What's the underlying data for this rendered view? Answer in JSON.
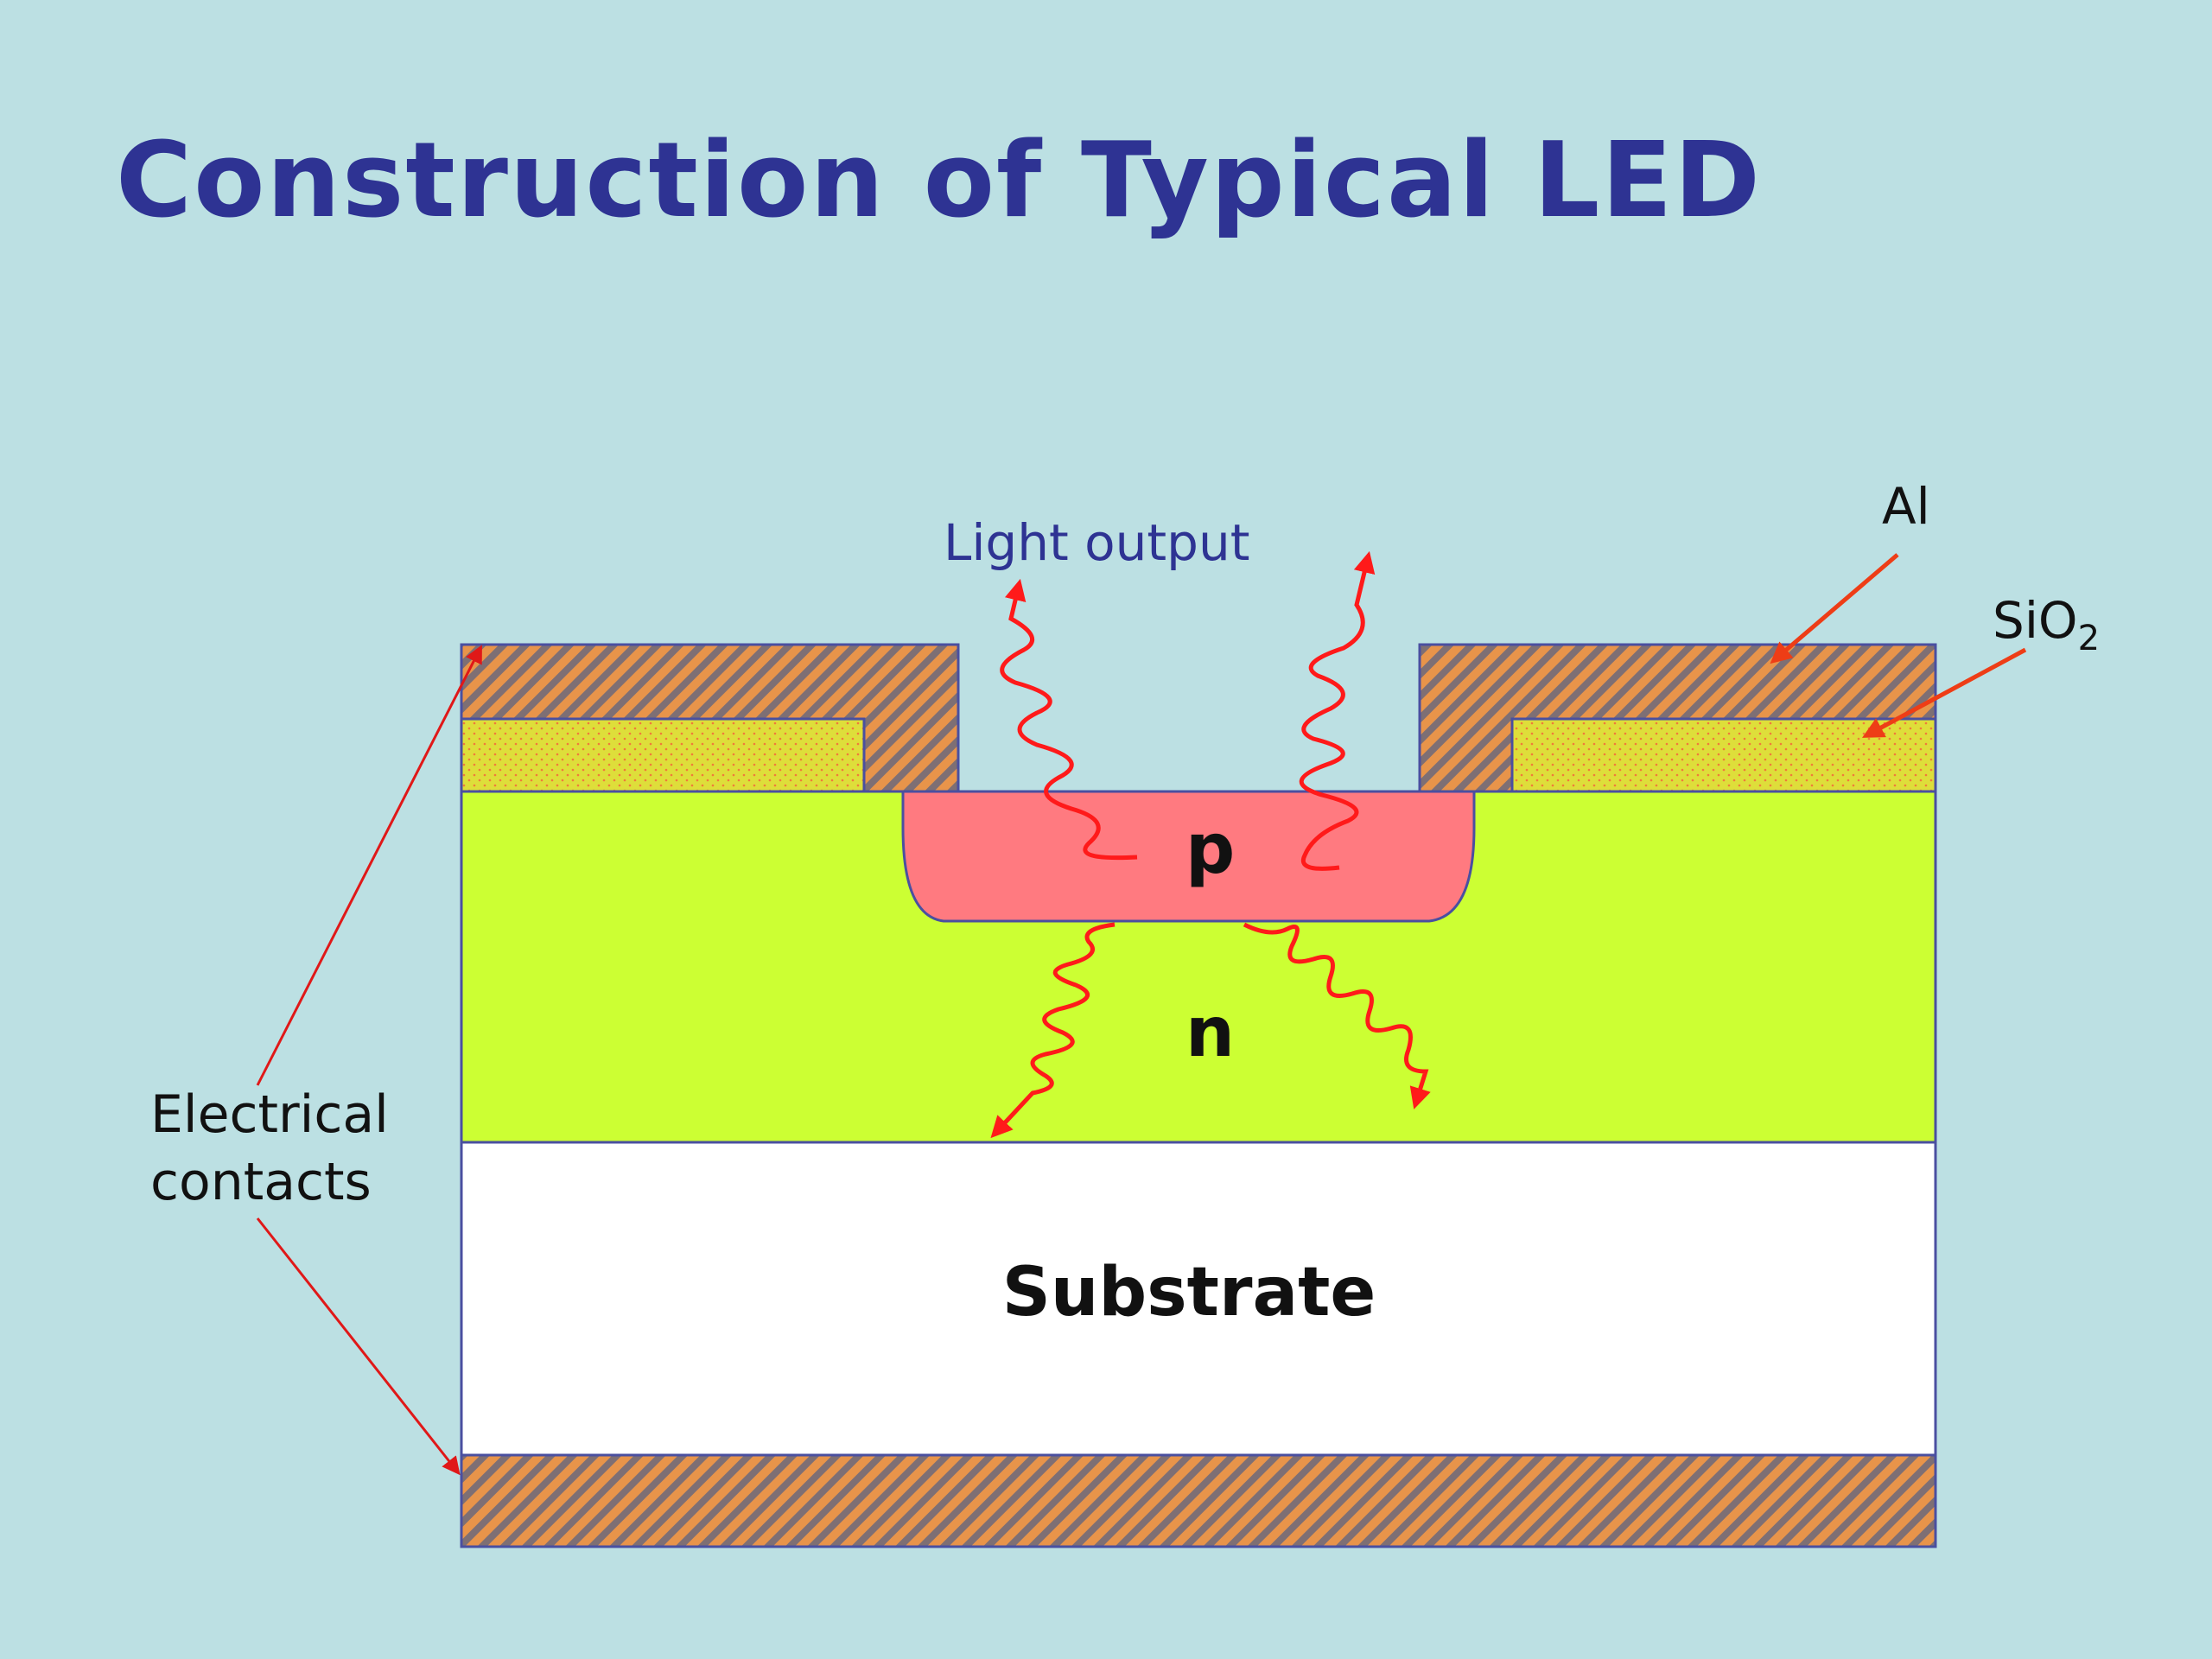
{
  "title": "Construction of Typical LED",
  "labels": {
    "light_output": "Light output",
    "al": "Al",
    "sio2_main": "SiO",
    "sio2_sub": "2",
    "p_region": "p",
    "n_region": "n",
    "substrate": "Substrate",
    "contacts_line1": "Electrical",
    "contacts_line2": "contacts"
  },
  "colors": {
    "background": "#bce0e3",
    "title": "#2e3393",
    "n_layer": "#ccff33",
    "p_region": "#ff7a80",
    "substrate": "#ffffff",
    "metal_stripe_a": "#e8944a",
    "metal_stripe_b": "#7e6f74",
    "oxide": "#dede3a",
    "light_arrows": "#ff1a1a",
    "callout_arrows": "#ee3d16"
  }
}
